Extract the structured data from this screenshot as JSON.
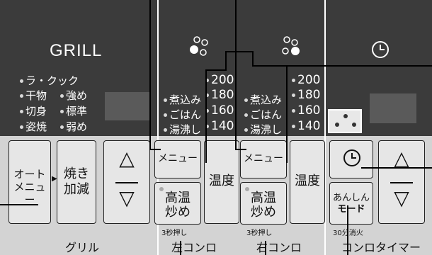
{
  "grill": {
    "title": "GRILL",
    "indicators": [
      "ラ・クック",
      "干物",
      "強め",
      "切身",
      "標準",
      "姿焼",
      "弱め"
    ],
    "auto_menu_label": [
      "オート",
      "メニュー"
    ],
    "adjust_label": [
      "焼き",
      "加減"
    ],
    "caption": "グリル"
  },
  "left_burner": {
    "indicators": [
      "煮込み",
      "ごはん",
      "湯沸し"
    ],
    "temps": [
      "200",
      "180",
      "160",
      "140"
    ],
    "menu_label": "メニュー",
    "temp_label": "温度",
    "stirfry_label": [
      "高温",
      "炒め"
    ],
    "hold_hint": "3秒押し",
    "caption": "左コンロ"
  },
  "right_burner": {
    "indicators": [
      "煮込み",
      "ごはん",
      "湯沸し"
    ],
    "temps": [
      "200",
      "180",
      "160",
      "140"
    ],
    "menu_label": "メニュー",
    "temp_label": "温度",
    "stirfry_label": [
      "高温",
      "炒め"
    ],
    "hold_hint": "3秒押し",
    "caption": "右コンロ"
  },
  "timer": {
    "anshin_label": [
      "あんしん",
      "モード"
    ],
    "anshin_hint": "30分消火",
    "caption": "コンロタイマー"
  },
  "icons": {
    "up": "△",
    "down": "▽",
    "triangle_right": "▶"
  },
  "colors": {
    "panel_dark": "#3b3b3b",
    "panel_light": "#d3d3d3",
    "button_bg": "#e6e6e6"
  }
}
